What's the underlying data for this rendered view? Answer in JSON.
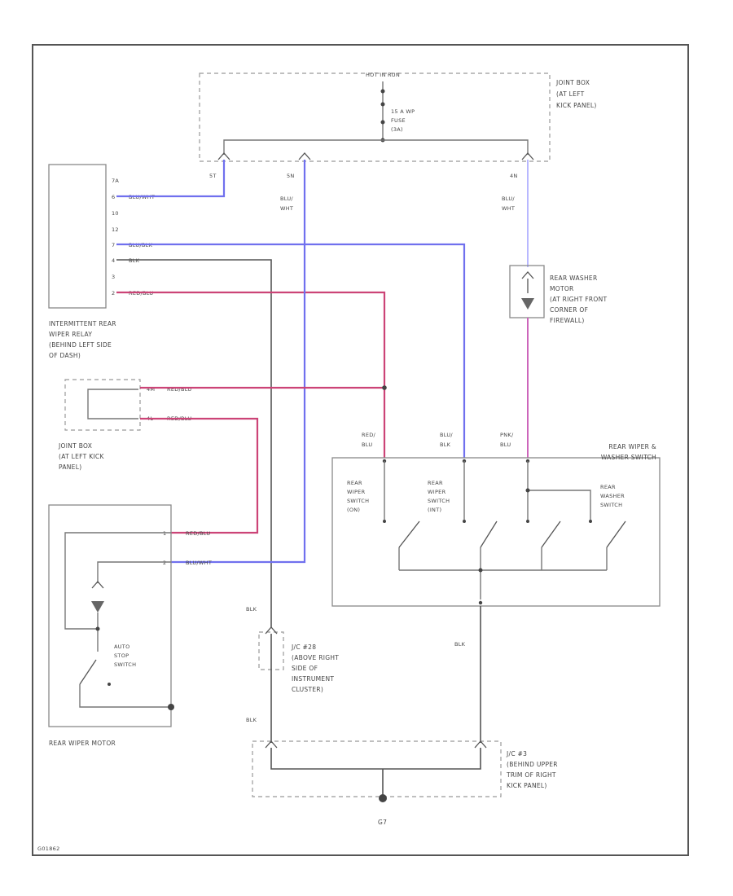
{
  "labels": {
    "hot_in_run": "HOT IN RUN",
    "fuse": "15 A WP",
    "fuse2": "FUSE",
    "fuse3": "(3A)",
    "joint_box_top_1": "JOINT BOX",
    "joint_box_top_2": "(AT LEFT",
    "joint_box_top_3": "KICK PANEL)",
    "pin_5t": "5T",
    "pin_5n": "5N",
    "pin_4n": "4N",
    "wire_blu_wht_1": "BLU/",
    "wire_blu_wht_2": "WHT",
    "wire_blu_wht_r1": "BLU/",
    "wire_blu_wht_r2": "WHT",
    "relay_pin_1": "7A",
    "relay_pin_2": "6",
    "relay_pin_3": "10",
    "relay_pin_4": "12",
    "relay_pin_5": "7",
    "relay_pin_6": "4",
    "relay_pin_7": "3",
    "relay_pin_8": "2",
    "relay_wire_1": "BLU/WHT",
    "relay_wire_2": "BLU/BLK",
    "relay_wire_3": "BLK",
    "relay_wire_4": "RED/BLU",
    "relay_name_1": "INTERMITTENT REAR",
    "relay_name_2": "WIPER RELAY",
    "relay_name_3": "(BEHIND LEFT SIDE",
    "relay_name_4": "OF DASH)",
    "jb_left_wire_1": "RED/BLU",
    "jb_left_wire_2": "RED/BLU",
    "jb_left_pin_1": "4M",
    "jb_left_pin_2": "4L",
    "jb_left_1": "JOINT BOX",
    "jb_left_2": "(AT LEFT KICK",
    "jb_left_3": "PANEL)",
    "washer_motor_1": "REAR WASHER",
    "washer_motor_2": "MOTOR",
    "washer_motor_3": "(AT RIGHT FRONT",
    "washer_motor_4": "CORNER OF",
    "washer_motor_5": "FIREWALL)",
    "sw_wire_1a": "RED/",
    "sw_wire_1b": "BLU",
    "sw_wire_2a": "BLU/",
    "sw_wire_2b": "BLK",
    "sw_wire_3a": "PNK/",
    "sw_wire_3b": "BLU",
    "sw_title_1": "REAR WIPER &",
    "sw_title_2": "WASHER SWITCH",
    "sw_on_1": "REAR",
    "sw_on_2": "WIPER",
    "sw_on_3": "SWITCH",
    "sw_on_4": "(ON)",
    "sw_int_1": "REAR",
    "sw_int_2": "WIPER",
    "sw_int_3": "SWITCH",
    "sw_int_4": "(INT)",
    "sw_wash_1": "REAR",
    "sw_wash_2": "WASHER",
    "sw_wash_3": "SWITCH",
    "motor_wire_1": "RED/BLU",
    "motor_wire_2": "BLU/WHT",
    "motor_pin_1": "1",
    "motor_pin_2": "2",
    "auto_stop_1": "AUTO",
    "auto_stop_2": "STOP",
    "auto_stop_3": "SWITCH",
    "motor_name": "REAR WIPER MOTOR",
    "blk_1": "BLK",
    "blk_2": "BLK",
    "blk_3": "BLK",
    "j_cluster_1": "J/C #28",
    "j_cluster_2": "(ABOVE RIGHT",
    "j_cluster_3": "SIDE OF",
    "j_cluster_4": "INSTRUMENT",
    "j_cluster_5": "CLUSTER)",
    "j_kick_1": "J/C #3",
    "j_kick_2": "(BEHIND UPPER",
    "j_kick_3": "TRIM OF RIGHT",
    "j_kick_4": "KICK PANEL)",
    "ground": "G7",
    "figure_id": "G01862"
  },
  "colors": {
    "blue": "#7070ee",
    "light_blue": "#b8b8ff",
    "red": "#cc4477",
    "pink": "#cc66bb",
    "dark": "#555555"
  }
}
